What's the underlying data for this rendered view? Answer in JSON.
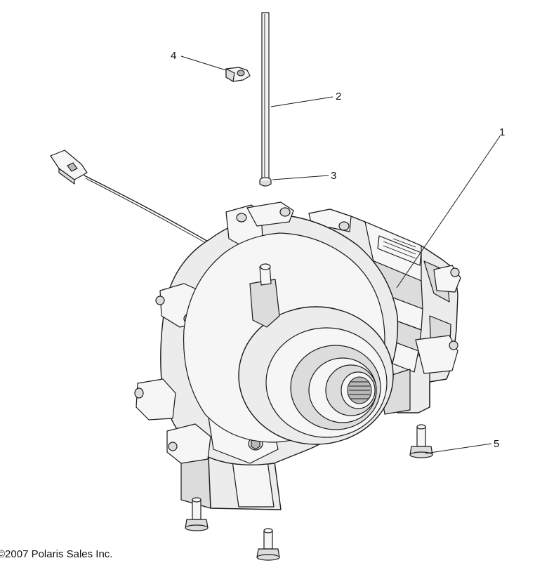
{
  "callouts": [
    {
      "id": "1",
      "label": "1"
    },
    {
      "id": "2",
      "label": "2"
    },
    {
      "id": "3",
      "label": "3"
    },
    {
      "id": "4",
      "label": "4"
    },
    {
      "id": "5",
      "label": "5"
    }
  ],
  "copyright": "©2007 Polaris Sales Inc."
}
